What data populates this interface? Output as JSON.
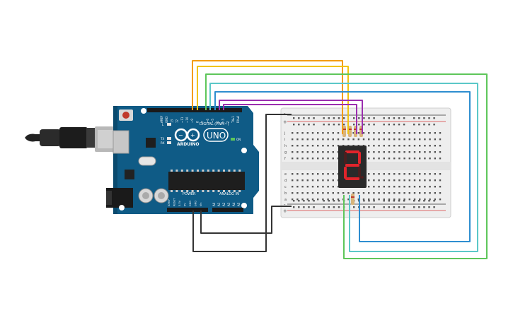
{
  "board": {
    "name": "Arduino Uno",
    "logo_text": "UNO",
    "brand_text": "ARDUINO",
    "on_label": "ON",
    "tx_label": "TX",
    "rx_label": "RX",
    "l_label": "L",
    "digital_header": "DIGITAL (PWM~)",
    "power_header": "POWER",
    "analog_header": "ANALOG IN",
    "digital_pins": [
      "AREF",
      "GND",
      "13",
      "12",
      "~11",
      "~10",
      "~9",
      "8",
      "7",
      "~6",
      "~5",
      "4",
      "~3",
      "2",
      "TX▸1",
      "RX◂0"
    ],
    "power_pins": [
      "IOREF",
      "RESET",
      "3.3V",
      "5V",
      "GND",
      "GND",
      "Vin"
    ],
    "analog_pins": [
      "A0",
      "A1",
      "A2",
      "A3",
      "A4",
      "A5"
    ]
  },
  "breadboard": {
    "columns": 30,
    "row_letters_top": [
      "j",
      "i",
      "h",
      "g",
      "f"
    ],
    "row_letters_bottom": [
      "e",
      "d",
      "c",
      "b",
      "a"
    ],
    "rail_plus": "+",
    "rail_minus": "-"
  },
  "display": {
    "type": "7-segment",
    "digit_shown": "2",
    "segment_color": "#e0242b"
  },
  "wire_colors": {
    "orange": "#f39c12",
    "yellow": "#f1c40f",
    "green": "#5ec65a",
    "teal": "#5bc8c8",
    "blue": "#2e8ed0",
    "purple": "#9b2faf",
    "black": "#333333"
  }
}
